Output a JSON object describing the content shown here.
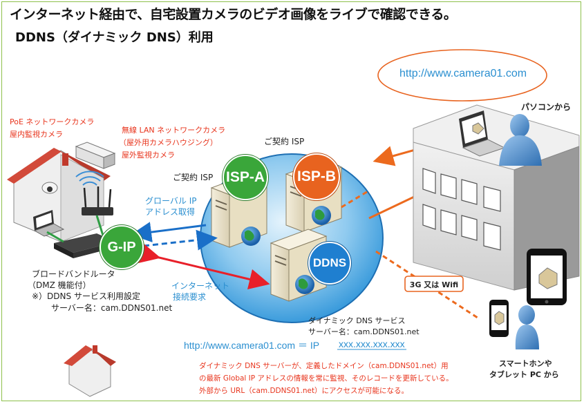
{
  "title": "インターネット経由で、自宅設置カメラのビデオ画像をライブで確認できる。",
  "subtitle": "DDNS（ダイナミック DNS）利用",
  "url_bubble": "http://www.camera01.com",
  "pc_label": "パソコンから",
  "poe_camera": {
    "line1": "PoE ネットワークカメラ",
    "line2": "屋内監視カメラ"
  },
  "wireless_camera": {
    "line1": "無線 LAN ネットワークカメラ",
    "line2": "（屋外用カメラハウジング）",
    "line3": "屋外監視カメラ"
  },
  "isp_contract_top": "ご契約 ISP",
  "isp_contract_left": "ご契約 ISP",
  "isp_a": "ISP-A",
  "isp_b": "ISP-B",
  "ddns_server": "DDNS",
  "gip": "G-IP",
  "global_ip": {
    "line1": "グローバル IP",
    "line2": "アドレス取得"
  },
  "router": {
    "line1": "ブロードバンドルータ",
    "line2": "（DMZ 機能付）",
    "line3": "※）DDNS サービス利用設定",
    "line4": "サーバー名：cam.DDNS01.net"
  },
  "internet_request": {
    "line1": "インターネット",
    "line2": "接続要求"
  },
  "mobile_tag": "3G 又は Wifi",
  "ddns_service": {
    "line1": "ダイナミック DNS サービス",
    "line2": "サーバー名：cam.DDNS01.net"
  },
  "equation": {
    "left": "http://www.camera01.com ＝ IP",
    "right": "xxx.xxx.xxx.xxx"
  },
  "smartphone_label": {
    "line1": "スマートホンや",
    "line2": "タブレット PC から"
  },
  "note": {
    "line1": "ダイナミック DNS サーバーが、定義したドメイン（cam.DDNS01.net）用",
    "line2": "の最新 Global IP アドレスの情報を常に監視、そのレコードを更新している。",
    "line3": "外部から URL（cam.DDNS01.net）にアクセスが可能になる。"
  },
  "colors": {
    "green_pill": "#3aa63a",
    "orange_pill": "#e8631f",
    "blue_pill": "#1f7fd0",
    "cloud": "#2a92d8",
    "red_arrow": "#e8202a",
    "orange_arrow": "#ec6a1e",
    "blue_arrow": "#1a6fc8"
  }
}
